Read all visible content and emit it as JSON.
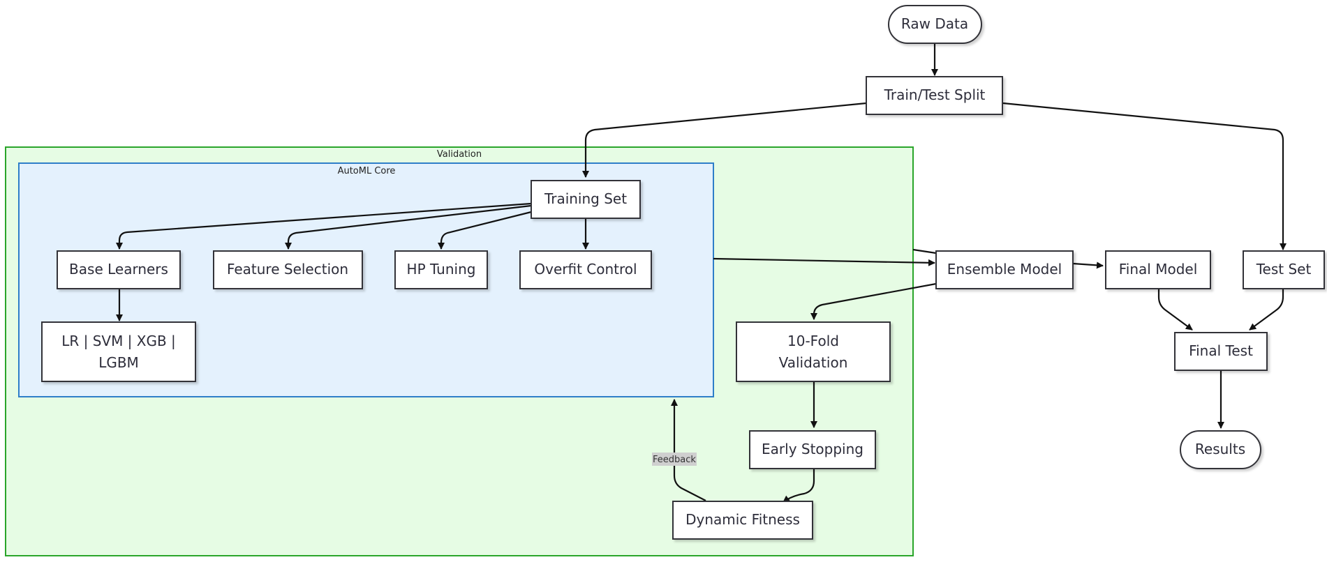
{
  "clusters": {
    "validation": {
      "title": "Validation",
      "fill": "#e6fce4",
      "stroke": "#2aa52a"
    },
    "automl_core": {
      "title": "AutoML Core",
      "fill": "#e4f1fd",
      "stroke": "#2e7ec9"
    }
  },
  "nodes": {
    "raw_data": "Raw Data",
    "split": "Train/Test Split",
    "training_set": "Training Set",
    "base_learners": "Base Learners",
    "feature_selection": "Feature Selection",
    "hp_tuning": "HP Tuning",
    "overfit_control": "Overfit Control",
    "lr_svm_line1": "LR | SVM | XGB |",
    "lr_svm_line2": "LGBM",
    "ensemble_model": "Ensemble Model",
    "final_model": "Final Model",
    "test_set": "Test Set",
    "ten_fold_line1": "10-Fold",
    "ten_fold_line2": "Validation",
    "early_stopping": "Early Stopping",
    "dynamic_fitness": "Dynamic Fitness",
    "final_test": "Final Test",
    "results": "Results"
  },
  "edge_labels": {
    "feedback": "Feedback"
  }
}
